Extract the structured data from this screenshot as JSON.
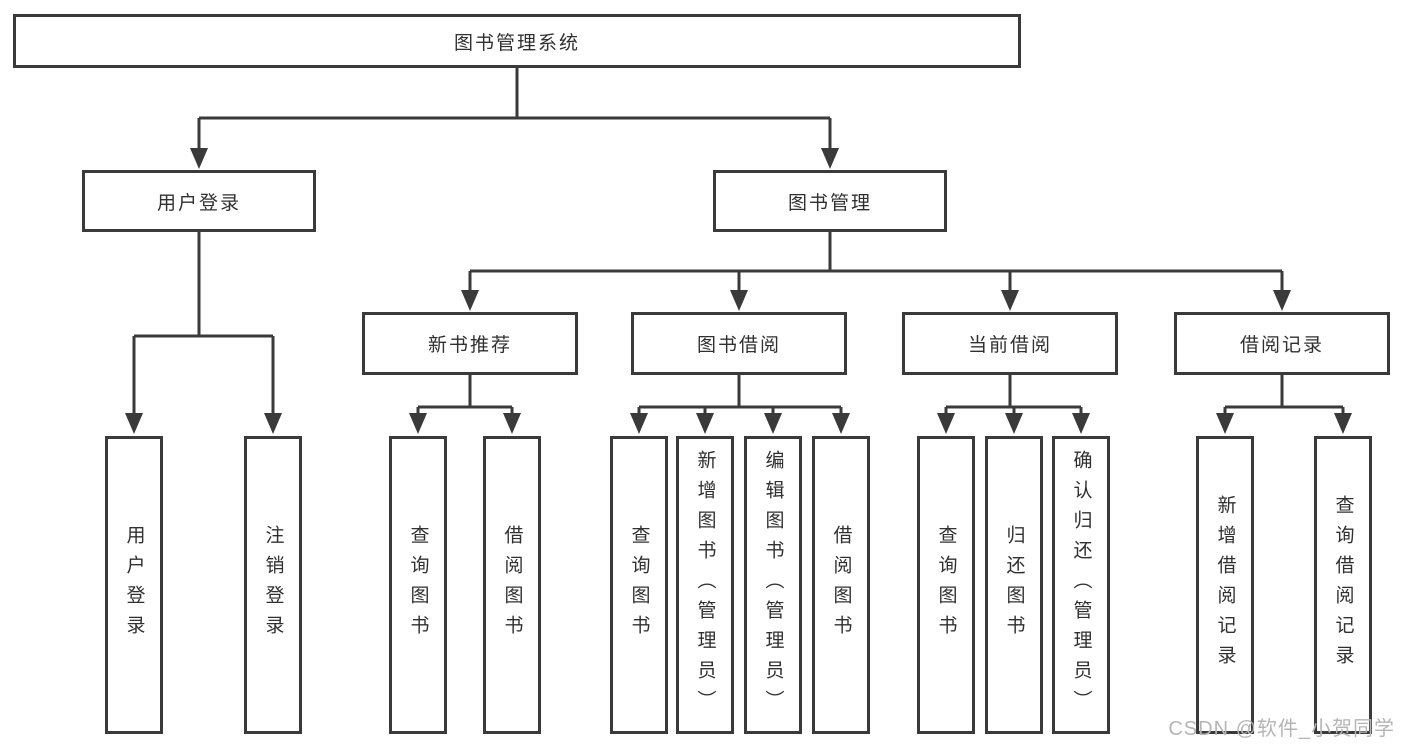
{
  "diagram": {
    "root": {
      "label": "图书管理系统"
    },
    "level1": [
      {
        "label": "用户登录",
        "children": [
          {
            "label": "用户登录"
          },
          {
            "label": "注销登录"
          }
        ]
      },
      {
        "label": "图书管理",
        "children": [
          {
            "label": "新书推荐",
            "children": [
              {
                "label": "查询图书"
              },
              {
                "label": "借阅图书"
              }
            ]
          },
          {
            "label": "图书借阅",
            "children": [
              {
                "label": "查询图书"
              },
              {
                "label": "新增图书（管理员）"
              },
              {
                "label": "编辑图书（管理员）"
              },
              {
                "label": "借阅图书"
              }
            ]
          },
          {
            "label": "当前借阅",
            "children": [
              {
                "label": "查询图书"
              },
              {
                "label": "归还图书"
              },
              {
                "label": "确认归还（管理员）"
              }
            ]
          },
          {
            "label": "借阅记录",
            "children": [
              {
                "label": "新增借阅记录"
              },
              {
                "label": "查询借阅记录"
              }
            ]
          }
        ]
      }
    ]
  },
  "watermark": {
    "text": "CSDN @软件_小贺同学"
  },
  "colors": {
    "line": "#3a3a3a",
    "text": "#303030",
    "watermark": "#b5b5b5",
    "background": "#ffffff"
  }
}
